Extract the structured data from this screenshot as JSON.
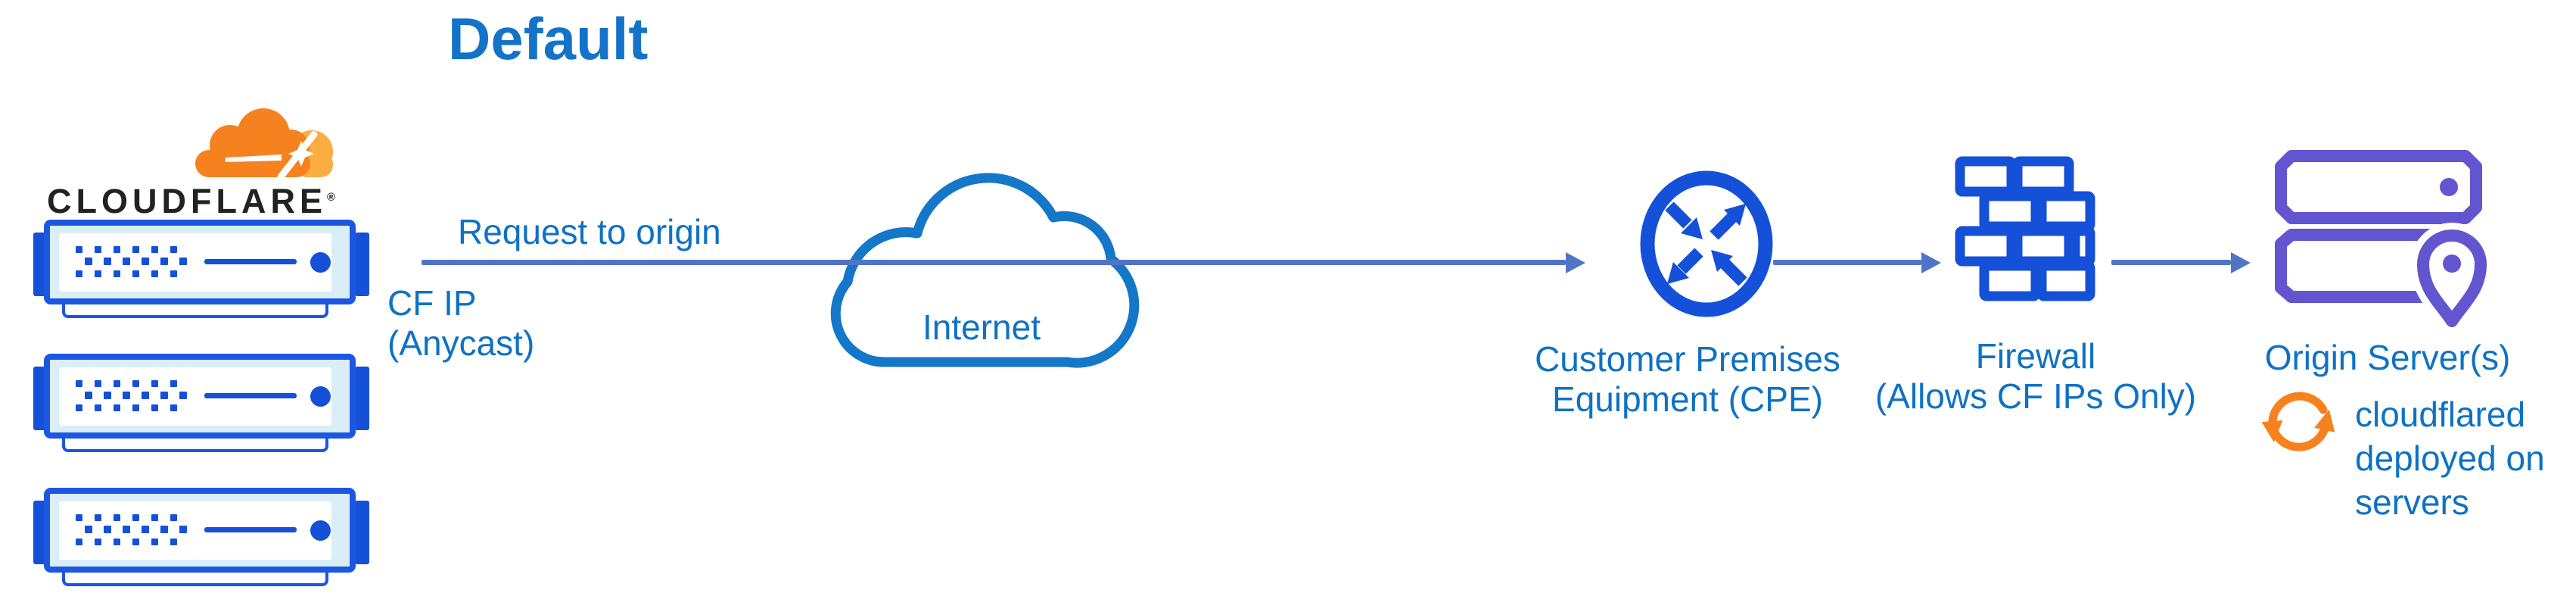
{
  "title": "Default",
  "brand": {
    "wordmark": "CLOUDFLARE",
    "registered": "®"
  },
  "labels": {
    "request_to_origin": "Request to origin",
    "cf_ip": {
      "line1": "CF IP",
      "line2": "(Anycast)"
    },
    "internet": "Internet",
    "cpe": {
      "line1": "Customer Premises",
      "line2": "Equipment (CPE)"
    },
    "firewall": {
      "line1": "Firewall",
      "line2": "(Allows CF IPs Only)"
    },
    "origin": "Origin Server(s)",
    "cloudflared": {
      "line1": "cloudflared",
      "line2": "deployed on",
      "line3": "servers"
    }
  },
  "icons": {
    "cloudflare_logo": "cloudflare-cloud",
    "server_rack": "rack-server-stack",
    "internet_cloud": "cloud-outline",
    "cpe": "router-circle-arrows",
    "firewall": "brick-wall",
    "origin_servers": "stacked-servers-location-pin",
    "cloudflared": "sync-circular-arrows"
  },
  "colors": {
    "label_blue": "#0e72c4",
    "title_blue": "#1373c8",
    "arrow_blue": "#5274c8",
    "icon_blue": "#1450d8",
    "server_border_blue": "#1b57e0",
    "server_fill_cyan": "#d9eef7",
    "cloud_stroke_blue": "#1477c8",
    "origin_purple": "#6355cf",
    "cloudflare_orange": "#f6821f",
    "cloudflare_orange_light": "#fbad41",
    "wordmark_black": "#222222",
    "background": "#ffffff"
  }
}
